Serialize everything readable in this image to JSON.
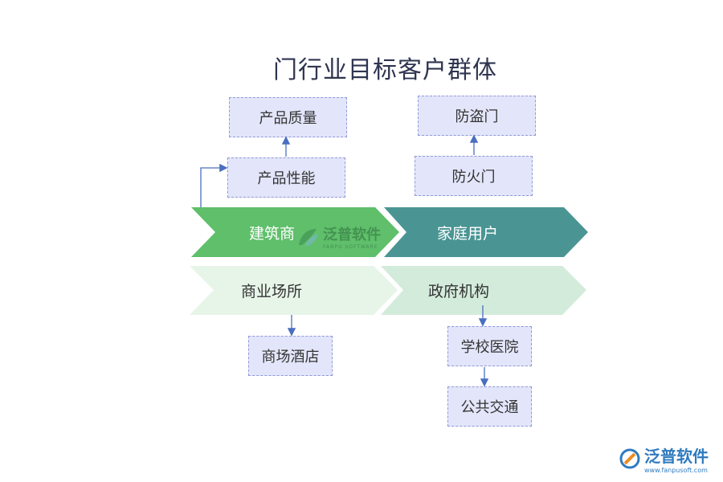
{
  "title": "门行业目标客户群体",
  "chevrons": {
    "top_left": "建筑商",
    "top_right": "家庭用户",
    "bottom_left": "商业场所",
    "bottom_right": "政府机构"
  },
  "boxes": {
    "product_quality": "产品质量",
    "product_performance": "产品性能",
    "anti_theft_door": "防盗门",
    "fire_door": "防火门",
    "mall_hotel": "商场酒店",
    "school_hospital": "学校医院",
    "public_transport": "公共交通"
  },
  "watermark": {
    "center_text": "泛普软件",
    "center_sub": "FANPU SOFTWARE",
    "corner_text": "泛普软件",
    "corner_url": "www.fanpusoft.com"
  },
  "colors": {
    "chevron_green": "#5fbf6b",
    "chevron_teal": "#4a9594",
    "chevron_light_green": "#e6f5e8",
    "chevron_light_mint": "#d3ebdb",
    "box_fill": "#e3e6fa",
    "connector_blue": "#4a6fc0"
  }
}
